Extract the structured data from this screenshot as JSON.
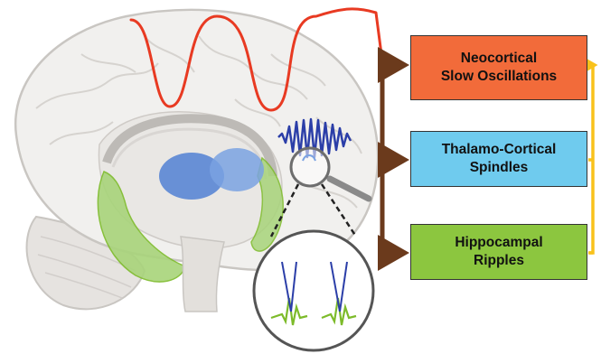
{
  "colors": {
    "neocortical": "#f26b3a",
    "thalamo": "#6fcbee",
    "hippocampal": "#8cc63f",
    "arrow_brown": "#6b3a1c",
    "arrow_yellow": "#f9c21b",
    "slow_wave": "#e83a22",
    "spindle_wave": "#2b3ea8",
    "ripple_green": "#7dbb2a",
    "brain_fill": "#f1f0ee",
    "brain_outline": "#c9c6c2"
  },
  "boxes": {
    "neocortical": {
      "line1": "Neocortical",
      "line2": "Slow Oscillations"
    },
    "thalamo": {
      "line1": "Thalamo-Cortical",
      "line2": "Spindles"
    },
    "hippocampal": {
      "line1": "Hippocampal",
      "line2": "Ripples"
    }
  },
  "icons": {
    "brain": "brain-illustration",
    "magnifier": "magnifier-icon"
  }
}
